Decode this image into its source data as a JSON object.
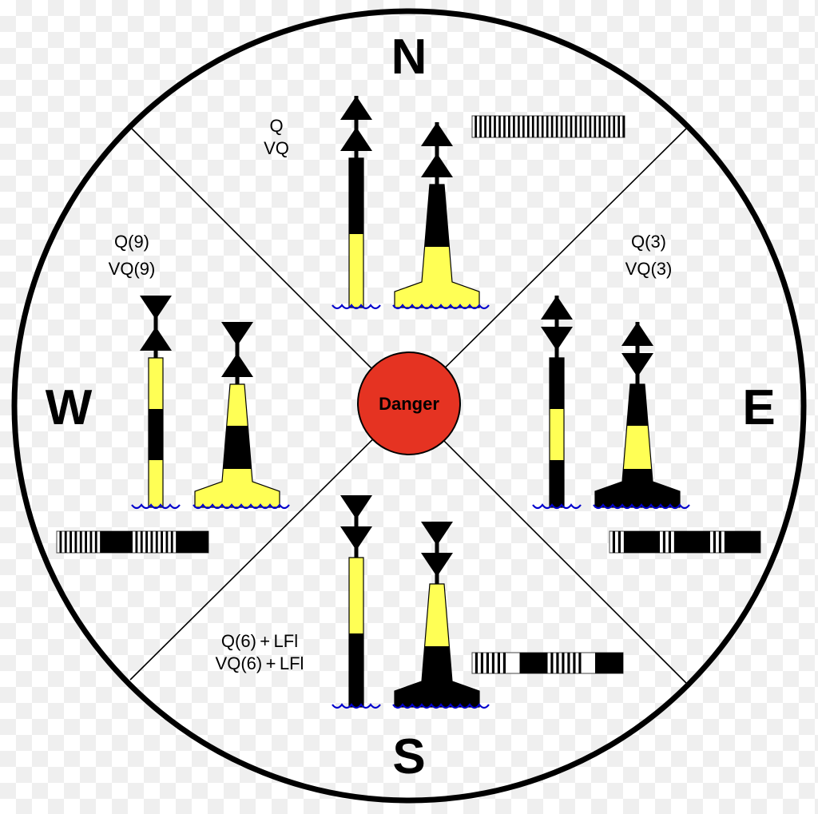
{
  "colors": {
    "black": "#000000",
    "yellow": "#ffff55",
    "danger": "#e53322",
    "water": "#0000cc",
    "flash": "#ffffff"
  },
  "center_label": "Danger",
  "quadrants": [
    {
      "id": "north",
      "letter": "N",
      "light_lines": [
        "Q",
        "VQ"
      ],
      "bands": [
        "black",
        "yellow"
      ],
      "topmark": [
        "up",
        "up"
      ],
      "light_pattern": {
        "flashes": 32,
        "long_flash": false,
        "eclipse": false,
        "groups": 1
      }
    },
    {
      "id": "east",
      "letter": "E",
      "light_lines": [
        "Q(3)",
        "VQ(3)"
      ],
      "bands": [
        "black",
        "yellow",
        "black"
      ],
      "topmark": [
        "up",
        "down"
      ],
      "light_pattern": {
        "flashes": 3,
        "long_flash": false,
        "eclipse": true,
        "groups": 3
      }
    },
    {
      "id": "south",
      "letter": "S",
      "light_lines": [
        "Q(6) + LFl",
        "VQ(6) + LFl"
      ],
      "bands": [
        "yellow",
        "black"
      ],
      "topmark": [
        "down",
        "down"
      ],
      "light_pattern": {
        "flashes": 6,
        "long_flash": true,
        "eclipse": true,
        "groups": 2
      }
    },
    {
      "id": "west",
      "letter": "W",
      "light_lines": [
        "Q(9)",
        "VQ(9)"
      ],
      "bands": [
        "yellow",
        "black",
        "yellow"
      ],
      "topmark": [
        "down",
        "up"
      ],
      "light_pattern": {
        "flashes": 9,
        "long_flash": false,
        "eclipse": true,
        "groups": 2
      }
    }
  ]
}
